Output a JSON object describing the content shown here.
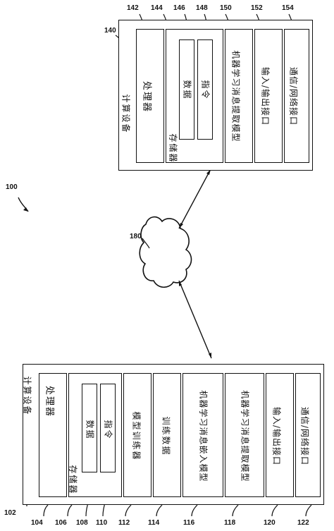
{
  "figure_ref": "100",
  "cloud_ref": "180",
  "device_top": {
    "ref": "140",
    "title": "计算设备",
    "processor": {
      "label": "处理器",
      "ref": "142"
    },
    "memory": {
      "label": "存储器",
      "ref": "144",
      "ref_outer": "146",
      "data": "数据",
      "data_ref": "148",
      "instructions": "指令"
    },
    "ml_model": {
      "label": "机器学习消息提取模型",
      "ref": "150"
    },
    "io": {
      "label": "输入/输出接口",
      "ref": "152"
    },
    "net": {
      "label": "通信/网络接口",
      "ref": "154"
    }
  },
  "device_bottom": {
    "ref": "102",
    "title": "计算设备",
    "processor": {
      "label": "处理器",
      "ref": "104"
    },
    "memory": {
      "label": "存储器",
      "ref": "106",
      "data": "数据",
      "data_ref": "108",
      "instructions": "指令",
      "instr_ref": "110"
    },
    "trainer": {
      "label": "模型训练器",
      "ref": "112"
    },
    "train_data": {
      "label": "训练数据",
      "ref": "114"
    },
    "embed_model": {
      "label": "机器学习消息嵌入模型",
      "ref": "116"
    },
    "extract_model": {
      "label": "机器学习消息提取模型",
      "ref": "118"
    },
    "io": {
      "label": "输入/输出接口",
      "ref": "120"
    },
    "net": {
      "label": "通信/网络接口",
      "ref": "122"
    }
  }
}
